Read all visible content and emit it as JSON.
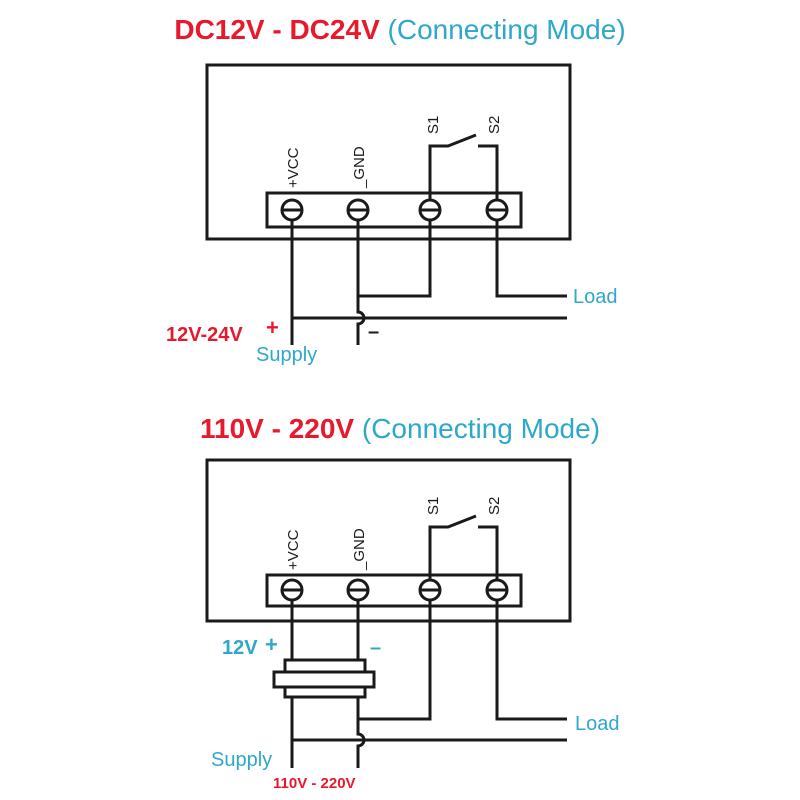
{
  "colors": {
    "red": "#e8192c",
    "blue": "#2ea8c8",
    "line": "#1a1a1a"
  },
  "diagram1": {
    "title_voltage": "DC12V - DC24V",
    "title_mode": "(Connecting Mode)",
    "terminal_vcc": "+VCC",
    "terminal_gnd": "_GND",
    "terminal_s1": "S1",
    "terminal_s2": "S2",
    "load": "Load",
    "supply_voltage": "12V-24V",
    "supply_plus": "+",
    "supply_minus": "–",
    "supply": "Supply"
  },
  "diagram2": {
    "title_voltage": "110V - 220V",
    "title_mode": "(Connecting Mode)",
    "terminal_vcc": "+VCC",
    "terminal_gnd": "_GND",
    "terminal_s1": "S1",
    "terminal_s2": "S2",
    "load": "Load",
    "dc_voltage": "12V",
    "dc_plus": "+",
    "dc_minus": "–",
    "supply": "Supply",
    "supply_voltage": "110V - 220V"
  }
}
